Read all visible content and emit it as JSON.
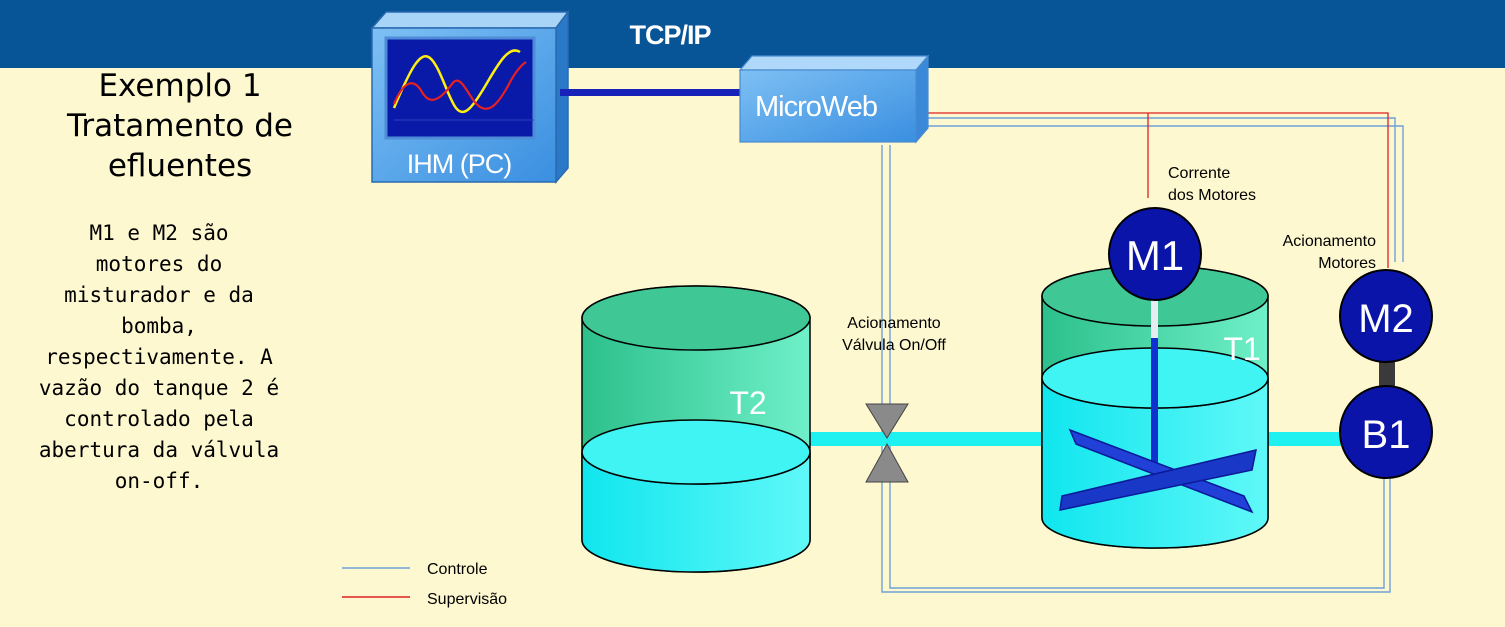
{
  "header": {
    "protocol_label": "TCP/IP"
  },
  "title": {
    "line1": "Exemplo 1",
    "line2": "Tratamento de",
    "line3": "efluentes"
  },
  "description": [
    "M1 e M2 são",
    "motores do",
    "misturador e da",
    "bomba,",
    "respectivamente. A",
    "vazão do tanque 2 é",
    "controlado pela",
    "abertura da válvula",
    "on-off."
  ],
  "devices": {
    "hmi_label": "IHM (PC)",
    "gateway_label": "MicroWeb"
  },
  "tanks": {
    "t1": "T1",
    "t2": "T2"
  },
  "motors": {
    "m1": "M1",
    "m2": "M2",
    "pump": "B1"
  },
  "annotations": {
    "current_line1": "Corrente",
    "current_line2": "dos Motores",
    "motor_drive_line1": "Acionamento",
    "motor_drive_line2": "Motores",
    "valve_drive_line1": "Acionamento",
    "valve_drive_line2": "Válvula On/Off"
  },
  "legend": {
    "control": "Controle",
    "supervision": "Supervisão"
  },
  "colors": {
    "header_bg": "#075497",
    "page_bg": "#fdf8cf",
    "control_line": "#6fa0d8",
    "supervision_line": "#e02020",
    "water": "#1ff0f0",
    "tank_green": "#3fd3a0",
    "motor": "#0a14a8",
    "device_blue": "#4aa0e8"
  }
}
